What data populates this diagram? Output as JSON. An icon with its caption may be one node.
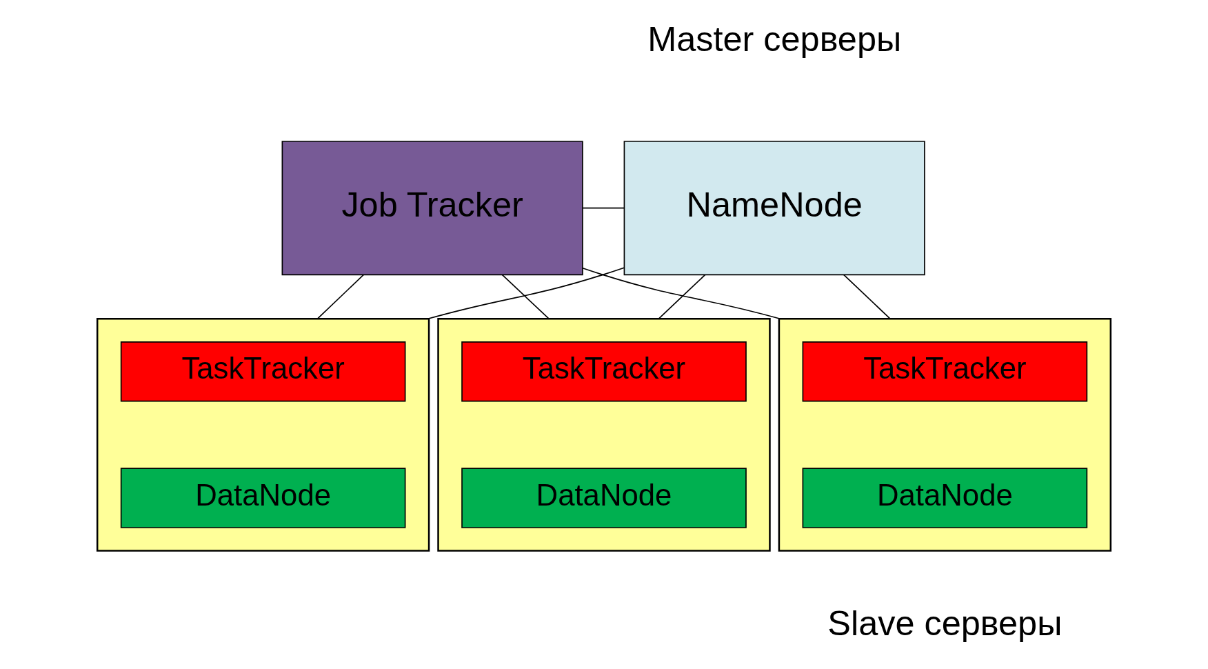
{
  "diagram": {
    "nodes": [
      {
        "text": [
          "Job Tracker"
        ]
      },
      {
        "text": [
          "NameNode"
        ]
      },
      {
        "text": [],
        "shape": "box"
      },
      {
        "text": [
          "TaskTracker"
        ],
        "in": 2
      },
      {
        "text": [
          "DataNode"
        ],
        "in": 2
      },
      {
        "text": [],
        "shape": "box"
      },
      {
        "text": [
          "TaskTracker"
        ],
        "in": 5
      },
      {
        "text": [
          "DataNode"
        ],
        "in": 5
      },
      {
        "text": [],
        "shape": "box"
      },
      {
        "text": [
          "TaskTracker"
        ],
        "in": 8
      },
      {
        "text": [
          "DataNode"
        ],
        "in": 8
      }
    ],
    "edges": [
      {
        "from": 0,
        "to": 1,
        "arrow": "none"
      },
      {
        "from": 0,
        "to": 2,
        "arrow": "none"
      },
      {
        "from": 0,
        "to": 5,
        "arrow": "none"
      },
      {
        "from": 0,
        "to": 8,
        "arrow": "none"
      },
      {
        "from": 1,
        "to": 2,
        "arrow": "none"
      },
      {
        "from": 1,
        "to": 5,
        "arrow": "none"
      },
      {
        "from": 1,
        "to": 8,
        "arrow": "none"
      }
    ],
    "labels": [
      "Master серверы",
      "Slave серверы"
    ]
  }
}
